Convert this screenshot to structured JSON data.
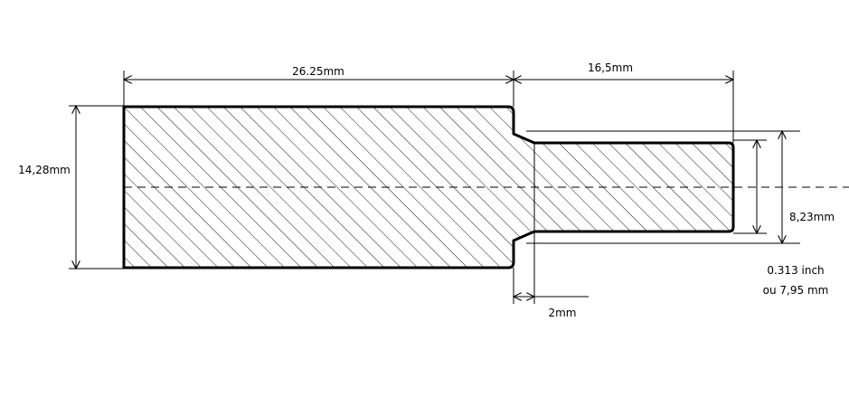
{
  "dimensions": {
    "large_length": "26.25mm",
    "small_length": "16,5mm",
    "large_diameter": "14,28mm",
    "small_diameter": "8,23mm",
    "small_diameter_imperial_line1": "0.313 inch",
    "small_diameter_imperial_line2": "ou 7,95 mm",
    "chamfer_length": "2mm"
  },
  "colors": {
    "outline": "#000000",
    "background": "#ffffff"
  }
}
